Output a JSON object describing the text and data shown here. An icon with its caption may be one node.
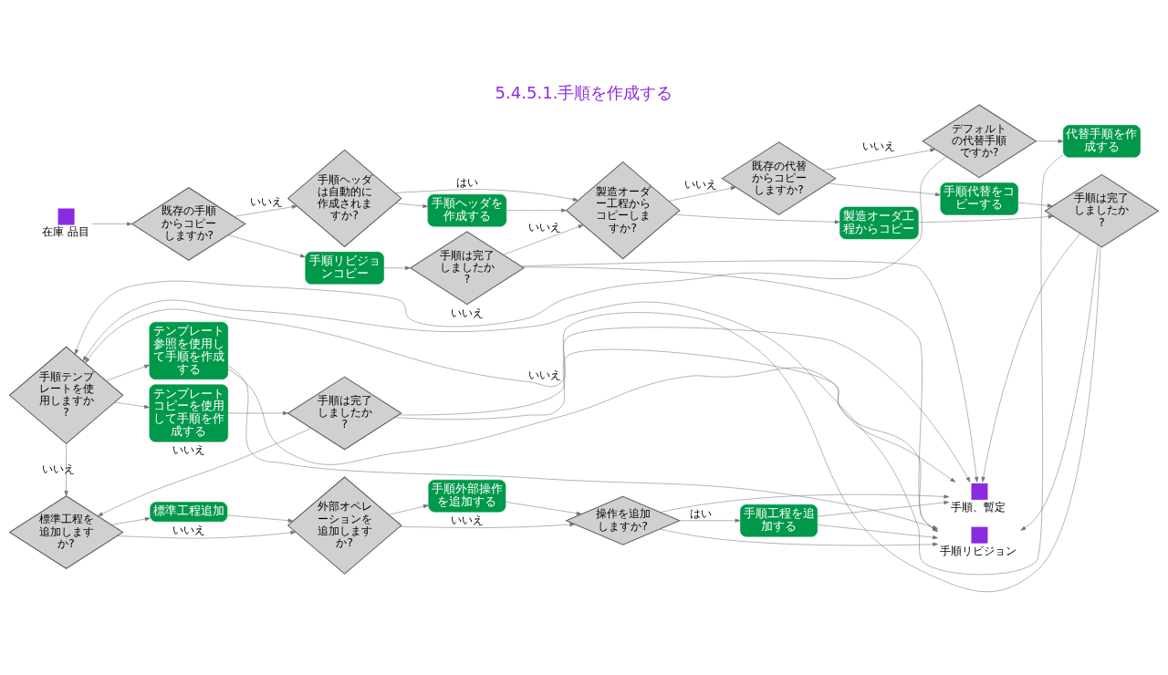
{
  "diagram": {
    "title": "5.4.5.1.手順を作成する",
    "nodes": [
      {
        "text": [
          "在庫 品目"
        ]
      },
      {
        "text": [
          "既存の手順からコピーしますか?"
        ]
      },
      {
        "text": [
          "手順ヘッダは自動的に作成されますか?"
        ]
      },
      {
        "text": [
          "手順ヘッダを作成する"
        ]
      },
      {
        "text": [
          "手順リビジョンコピー"
        ]
      },
      {
        "text": [
          "手順は完了しましたか?"
        ]
      },
      {
        "text": [
          "製造オーダー工程からコピーしますか?"
        ]
      },
      {
        "text": [
          "既存の代替からコピーしますか?"
        ]
      },
      {
        "text": [
          "デフォルトの代替手順ですか?"
        ]
      },
      {
        "text": [
          "代替手順を作成する"
        ]
      },
      {
        "text": [
          "手順代替をコピーする"
        ]
      },
      {
        "text": [
          "製造オーダ工程からコピー"
        ]
      },
      {
        "text": [
          "手順は完了しましたか?"
        ]
      },
      {
        "text": [
          "手順テンプレートを使用しますか?"
        ]
      },
      {
        "text": [
          "テンプレートコピーを使用して手順を作成する"
        ]
      },
      {
        "text": [
          "テンプレート参照を使用して手順を作成する"
        ]
      },
      {
        "text": [
          "手順は完了しましたか?"
        ]
      },
      {
        "text": [
          "標準工程を追加しますか?"
        ]
      },
      {
        "text": [
          "標準工程追加"
        ]
      },
      {
        "text": [
          "外部オペレーションを追加しますか?"
        ]
      },
      {
        "text": [
          "手順外部操作を追加する"
        ]
      },
      {
        "text": [
          "操作を追加しますか?"
        ]
      },
      {
        "text": [
          "手順工程を追加する"
        ]
      },
      {
        "text": [
          "手順、暫定"
        ]
      },
      {
        "text": [
          "手順リビジョン"
        ]
      }
    ],
    "edges": [
      {
        "from": 0,
        "to": 1,
        "arrow": "to"
      },
      {
        "from": 1,
        "to": 2,
        "arrow": "to",
        "label": "いいえ"
      },
      {
        "from": 1,
        "to": 4,
        "arrow": "to"
      },
      {
        "from": 2,
        "to": 6,
        "arrow": "to",
        "label": "はい"
      },
      {
        "from": 2,
        "to": 3,
        "arrow": "to"
      },
      {
        "from": 3,
        "to": 6,
        "arrow": "to"
      },
      {
        "from": 4,
        "to": 5,
        "arrow": "to"
      },
      {
        "from": 5,
        "to": 6,
        "arrow": "to",
        "label": "いいえ"
      },
      {
        "from": 5,
        "to": 23,
        "arrow": "to"
      },
      {
        "from": 5,
        "to": 24,
        "arrow": "to"
      },
      {
        "from": 6,
        "to": 7,
        "arrow": "to",
        "label": "いいえ"
      },
      {
        "from": 6,
        "to": 11,
        "arrow": "to"
      },
      {
        "from": 7,
        "to": 8,
        "arrow": "to",
        "label": "いいえ"
      },
      {
        "from": 7,
        "to": 10,
        "arrow": "to"
      },
      {
        "from": 8,
        "to": 13,
        "arrow": "to",
        "label": "いいえ"
      },
      {
        "from": 8,
        "to": 9,
        "arrow": "to"
      },
      {
        "from": 9,
        "to": 13,
        "arrow": "to"
      },
      {
        "from": 10,
        "to": 12,
        "arrow": "to"
      },
      {
        "from": 11,
        "to": 12,
        "arrow": "to"
      },
      {
        "from": 12,
        "to": 13,
        "arrow": "to",
        "label": "いいえ"
      },
      {
        "from": 12,
        "to": 23,
        "arrow": "to"
      },
      {
        "from": 12,
        "to": 24,
        "arrow": "to"
      },
      {
        "from": 13,
        "to": 17,
        "arrow": "to",
        "label": "いいえ"
      },
      {
        "from": 13,
        "to": 14,
        "arrow": "to"
      },
      {
        "from": 13,
        "to": 15,
        "arrow": "to"
      },
      {
        "from": 14,
        "to": 16,
        "arrow": "to"
      },
      {
        "from": 15,
        "to": 23,
        "arrow": "to"
      },
      {
        "from": 15,
        "to": 24,
        "arrow": "to"
      },
      {
        "from": 16,
        "to": 17,
        "arrow": "to",
        "label": "いいえ"
      },
      {
        "from": 16,
        "to": 23,
        "arrow": "to"
      },
      {
        "from": 16,
        "to": 24,
        "arrow": "to"
      },
      {
        "from": 17,
        "to": 19,
        "arrow": "to",
        "label": "いいえ"
      },
      {
        "from": 17,
        "to": 18,
        "arrow": "to"
      },
      {
        "from": 18,
        "to": 19,
        "arrow": "to"
      },
      {
        "from": 19,
        "to": 21,
        "arrow": "to",
        "label": "いいえ"
      },
      {
        "from": 19,
        "to": 20,
        "arrow": "to"
      },
      {
        "from": 20,
        "to": 21,
        "arrow": "to"
      },
      {
        "from": 21,
        "to": 22,
        "arrow": "to",
        "label": "はい"
      },
      {
        "from": 21,
        "to": 23,
        "arrow": "to"
      },
      {
        "from": 21,
        "to": 24,
        "arrow": "to"
      },
      {
        "from": 22,
        "to": 23,
        "arrow": "to"
      },
      {
        "from": 22,
        "to": 24,
        "arrow": "to"
      }
    ]
  }
}
